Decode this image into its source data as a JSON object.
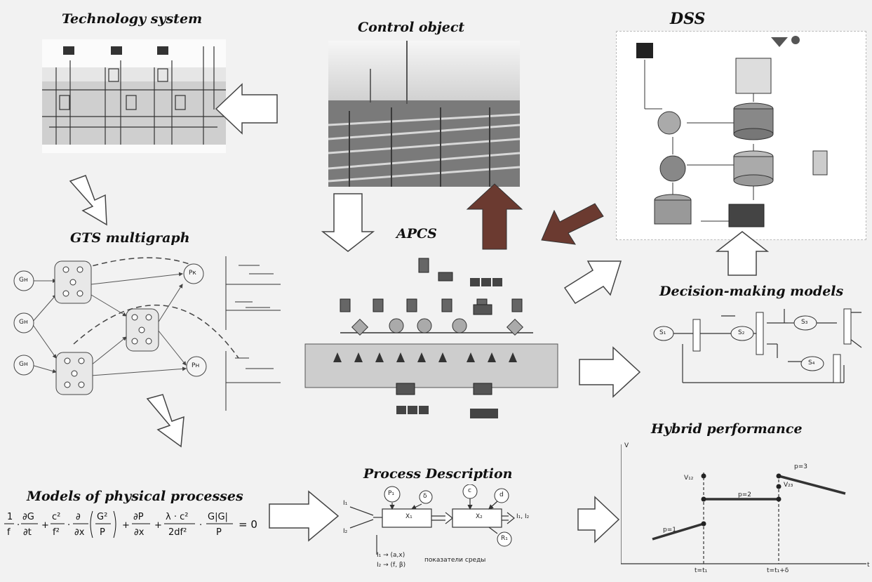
{
  "titles": {
    "technology_system": "Technology system",
    "control_object": "Control object",
    "dss": "DSS",
    "gts_multigraph": "GTS multigraph",
    "apcs": "APCS",
    "decision_making_models": "Decision-making models",
    "hybrid_performance": "Hybrid performance",
    "models_physical": "Models of physical processes",
    "process_description": "Process Description"
  },
  "equation": {
    "t1_num": "1",
    "t1_den": "f",
    "t2_num": "∂G",
    "t2_den": "∂t",
    "t3_num": "c²",
    "t3_den": "f²",
    "t4_num": "∂",
    "t4_den": "∂x",
    "t4_inner_num": "G²",
    "t4_inner_den": "P",
    "t5_num": "∂P",
    "t5_den": "∂x",
    "t6_num": "λ · c²",
    "t6_den": "2df²",
    "t7_num": "G|G|",
    "t7_den": "P",
    "rhs": "= 0",
    "op_dot": "·",
    "op_plus": "+"
  },
  "multigraph": {
    "nodes_left": [
      "Gн",
      "Gн",
      "Gн"
    ],
    "nodes_right": [
      "Pк",
      "Pн"
    ]
  },
  "process_description": {
    "inputs": [
      "I₁",
      "I₂"
    ],
    "blocks": [
      "X₁",
      "X₂"
    ],
    "output": "I₁, I₂",
    "circles": [
      "P₁",
      "δ",
      "c",
      "d",
      "R₁"
    ],
    "legend_1": "I₁ → (a,x)",
    "legend_2": "I₂ → (f, β)",
    "legend_note": "показатели среды"
  },
  "hybrid": {
    "y_axis": "V",
    "x_axis": "t",
    "labels": [
      "V₁₂",
      "V₂₃",
      "p=1",
      "p=2",
      "p=3"
    ],
    "ticks": [
      "t=t₁",
      "t=t₁+δ"
    ]
  },
  "decision": {
    "nodes": [
      "S₁",
      "S₂",
      "S₃",
      "S₄"
    ]
  }
}
